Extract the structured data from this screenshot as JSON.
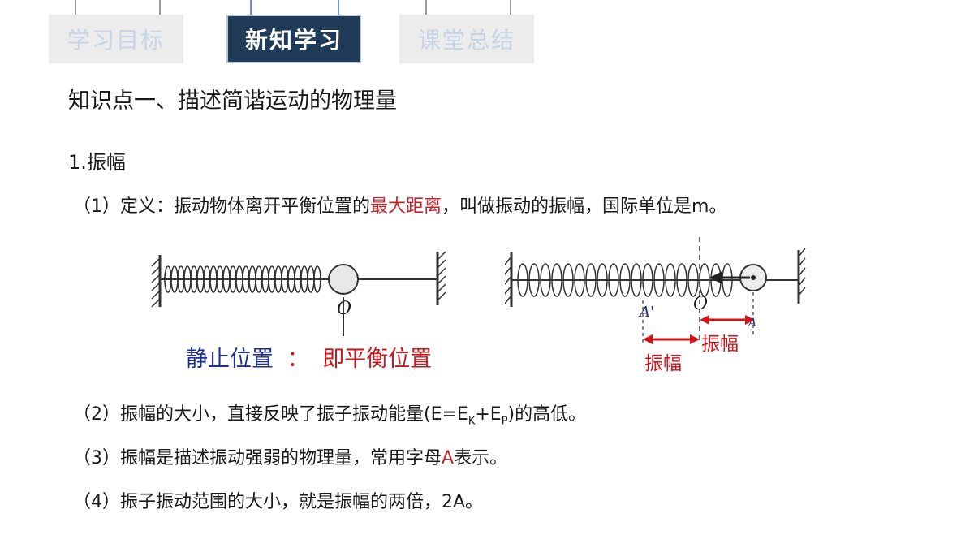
{
  "tabs": [
    {
      "label": "学习目标",
      "active": false
    },
    {
      "label": "新知学习",
      "active": true
    },
    {
      "label": "课堂总结",
      "active": false
    }
  ],
  "heading": "知识点一、描述简谐运动的物理量",
  "section": "1.振幅",
  "definition": {
    "prefix": "（1）定义：振动物体离开平衡位置的",
    "highlight": "最大距离",
    "suffix": "，叫做振动的振幅，国际单位是m。"
  },
  "figure_left": {
    "point_label": "O",
    "caption_a": "静止位置",
    "caption_sep": "：",
    "caption_b": "即平衡位置"
  },
  "figure_right": {
    "label_a_prime": "A'",
    "label_o": "O",
    "label_a": "A",
    "amp_right": "振幅",
    "amp_left": "振幅"
  },
  "line2": {
    "text": "（2）振幅的大小，直接反映了振子振动能量(E=E",
    "sub_k": "K",
    "plus": "+E",
    "sub_p": "P",
    "end": ")的高低。"
  },
  "line3": {
    "prefix": "（3）振幅是描述振动强弱的物理量，常用字母",
    "letter": "A",
    "suffix": "表示。"
  },
  "line4": "（4）振子振动范围的大小，就是振幅的两倍，2A。",
  "colors": {
    "tab_active": "#1f3b57",
    "tab_inactive": "#ececec",
    "highlight_red": "#c0262b",
    "caption_blue": "#1d2f9a"
  }
}
